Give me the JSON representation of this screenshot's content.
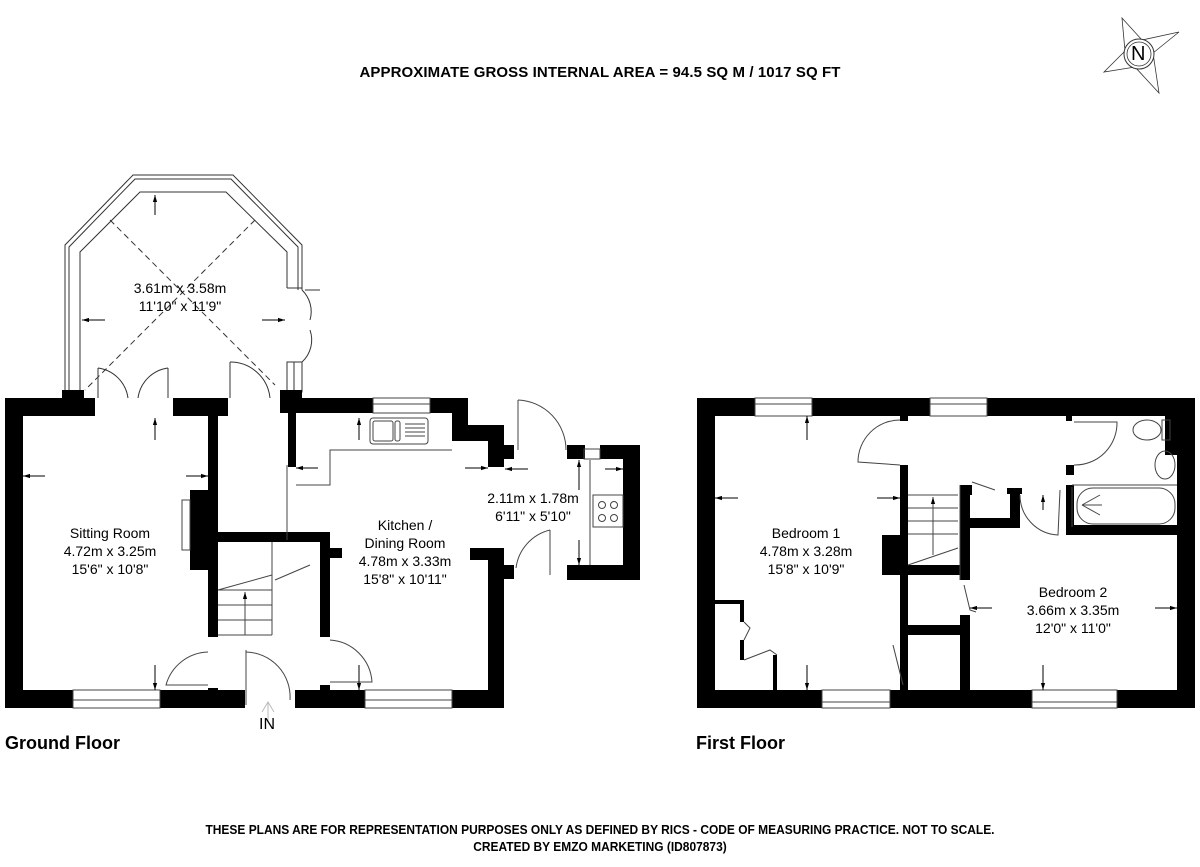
{
  "header": {
    "title": "APPROXIMATE GROSS INTERNAL AREA = 94.5 SQ M / 1017 SQ FT",
    "compass_label": "N",
    "compass_icon": "compass-north-icon"
  },
  "ground_floor": {
    "label": "Ground Floor",
    "entrance_label": "IN",
    "rooms": [
      {
        "name": "",
        "metric": "3.61m x 3.58m",
        "imperial": "11'10\" x 11'9\""
      },
      {
        "name": "Sitting Room",
        "metric": "4.72m x 3.25m",
        "imperial": "15'6\" x 10'8\""
      },
      {
        "name_line1": "Kitchen /",
        "name_line2": "Dining Room",
        "metric": "4.78m x 3.33m",
        "imperial": "15'8\" x 10'11\""
      },
      {
        "name": "",
        "metric": "2.11m x 1.78m",
        "imperial": "6'11\" x 5'10\""
      }
    ]
  },
  "first_floor": {
    "label": "First Floor",
    "rooms": [
      {
        "name": "Bedroom 1",
        "metric": "4.78m x 3.28m",
        "imperial": "15'8\" x 10'9\""
      },
      {
        "name": "Bedroom 2",
        "metric": "3.66m x 3.35m",
        "imperial": "12'0\" x 11'0\""
      }
    ]
  },
  "footer": {
    "line1": "THESE PLANS ARE FOR REPRESENTATION PURPOSES ONLY AS DEFINED BY RICS - CODE OF MEASURING PRACTICE. NOT TO SCALE.",
    "line2": "CREATED BY EMZO MARKETING (ID807873)"
  },
  "colors": {
    "wall": "#000000",
    "line": "#555555",
    "background": "#ffffff"
  }
}
